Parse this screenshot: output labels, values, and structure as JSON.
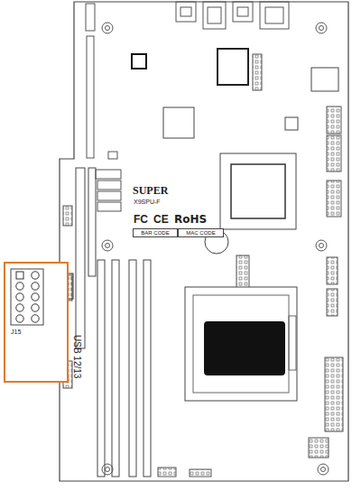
{
  "diagram": {
    "nodes": [
      {
        "text": [
          "J15",
          "USB 12/13"
        ]
      },
      {
        "text": [
          "BAR CODE"
        ]
      },
      {
        "text": [
          "MAC CODE"
        ]
      }
    ],
    "labels": [
      "SUPER",
      "X9SPU-F",
      "FC",
      "CE",
      "RoHS"
    ]
  }
}
